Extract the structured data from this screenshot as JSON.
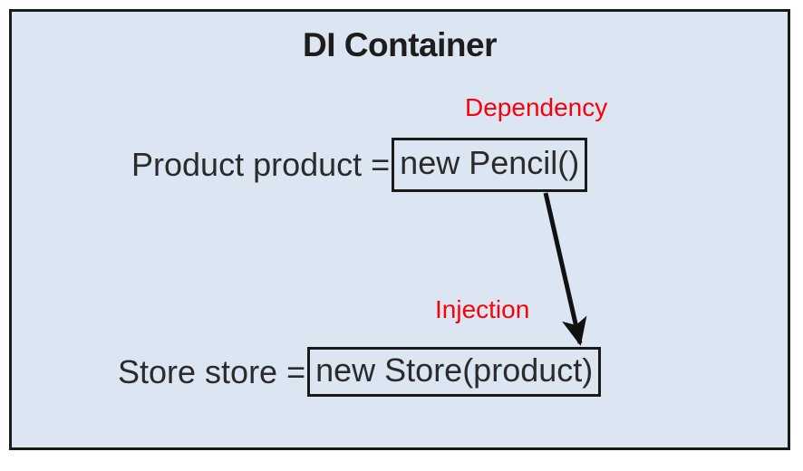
{
  "diagram": {
    "title": "DI Container",
    "background_color": "#dce6f2",
    "border_color": "#1a1a1a",
    "text_color": "#2b2b2b",
    "annotation_color": "#fb0007",
    "annotations": {
      "dependency": "Dependency",
      "injection": "Injection"
    },
    "statements": [
      {
        "lhs": "Product product =",
        "boxed": "new Pencil()"
      },
      {
        "lhs": "Store store =",
        "boxed": "new Store(product)"
      }
    ],
    "arrow": {
      "label": "injection-arrow",
      "from": "new Pencil()",
      "to": "new Store(product)"
    }
  }
}
